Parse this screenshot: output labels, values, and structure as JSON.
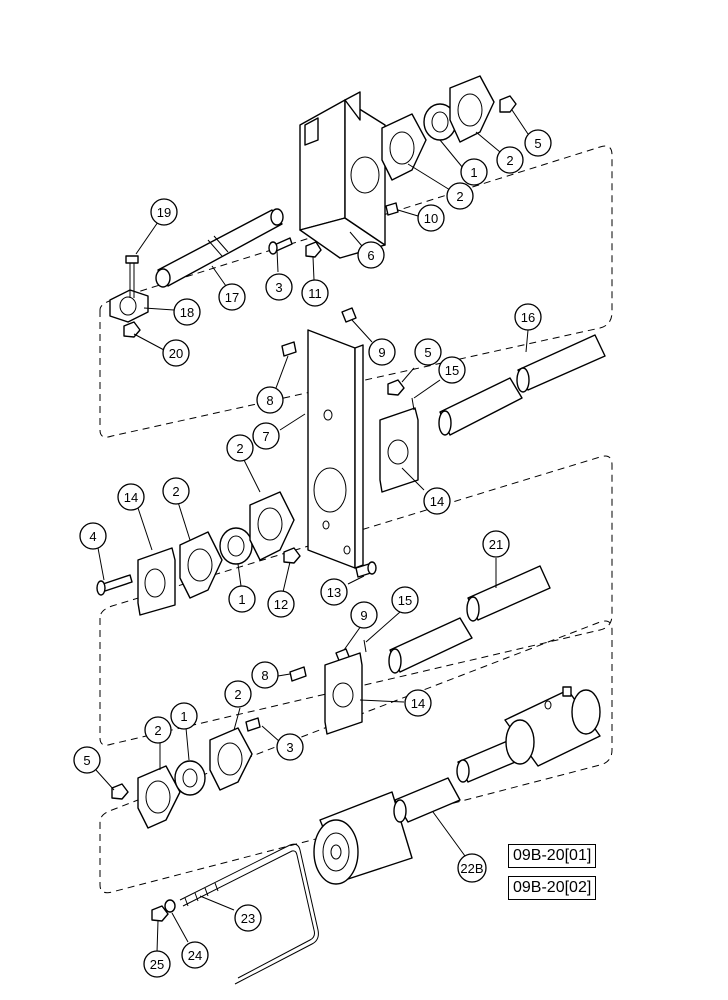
{
  "callouts": [
    {
      "label": "1"
    },
    {
      "label": "2"
    },
    {
      "label": "2"
    },
    {
      "label": "5"
    },
    {
      "label": "10"
    },
    {
      "label": "6"
    },
    {
      "label": "19"
    },
    {
      "label": "17"
    },
    {
      "label": "3"
    },
    {
      "label": "11"
    },
    {
      "label": "18"
    },
    {
      "label": "20"
    },
    {
      "label": "16"
    },
    {
      "label": "9"
    },
    {
      "label": "5"
    },
    {
      "label": "15"
    },
    {
      "label": "8"
    },
    {
      "label": "7"
    },
    {
      "label": "2"
    },
    {
      "label": "14"
    },
    {
      "label": "14"
    },
    {
      "label": "2"
    },
    {
      "label": "4"
    },
    {
      "label": "1"
    },
    {
      "label": "12"
    },
    {
      "label": "13"
    },
    {
      "label": "21"
    },
    {
      "label": "9"
    },
    {
      "label": "15"
    },
    {
      "label": "8"
    },
    {
      "label": "14"
    },
    {
      "label": "2"
    },
    {
      "label": "2"
    },
    {
      "label": "1"
    },
    {
      "label": "3"
    },
    {
      "label": "5"
    },
    {
      "label": "22B"
    },
    {
      "label": "23"
    },
    {
      "label": "24"
    },
    {
      "label": "25"
    }
  ],
  "references": [
    "09B-20[01]",
    "09B-20[02]"
  ]
}
